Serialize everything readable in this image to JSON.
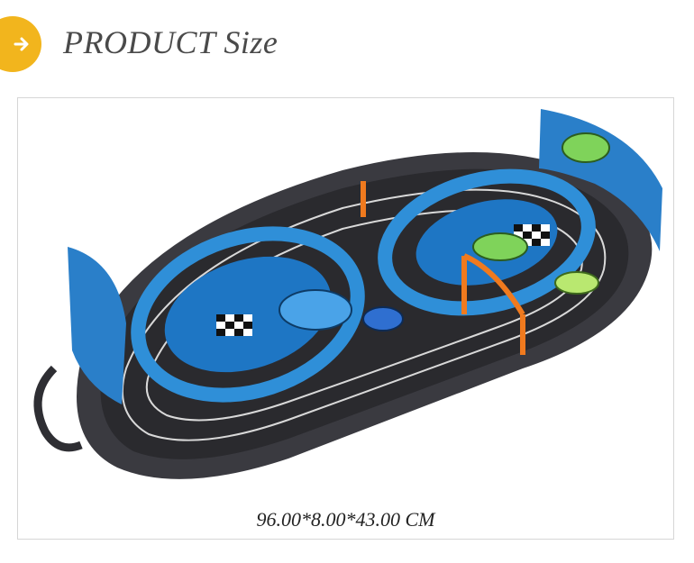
{
  "header": {
    "title": "PRODUCT Size",
    "icon": "arrow-right-icon",
    "accent_color": "#f2b51d"
  },
  "product": {
    "image_icon": "race-track-toy-illustration",
    "dimensions": "96.00*8.00*43.00 CM"
  }
}
